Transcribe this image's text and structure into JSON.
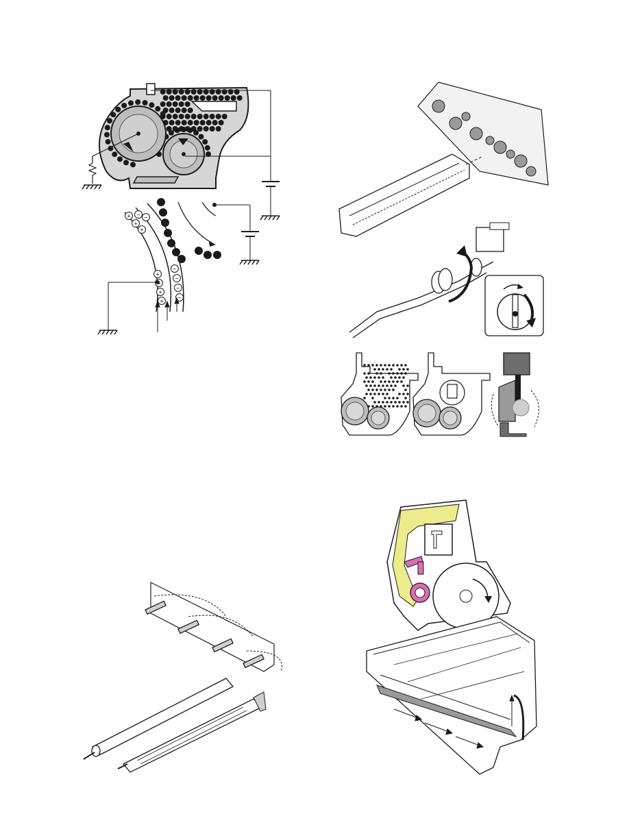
{
  "page": {
    "figures": [
      {
        "id": "developing-section"
      },
      {
        "id": "developer-unit-assembly"
      },
      {
        "id": "toner-agitation-mechanism"
      },
      {
        "id": "transfer-roller-assembly"
      },
      {
        "id": "drum-cartridge"
      }
    ]
  },
  "charges": {
    "plus": "+",
    "minus": "−"
  },
  "colors": {
    "ink": "#1a1a1a",
    "housing_gray": "#bdbdbd",
    "light_gray": "#d9d9d9",
    "dark_gray": "#6e6e6e",
    "yellow_path": "#ecec8c",
    "magenta_part": "#d86fb5"
  }
}
